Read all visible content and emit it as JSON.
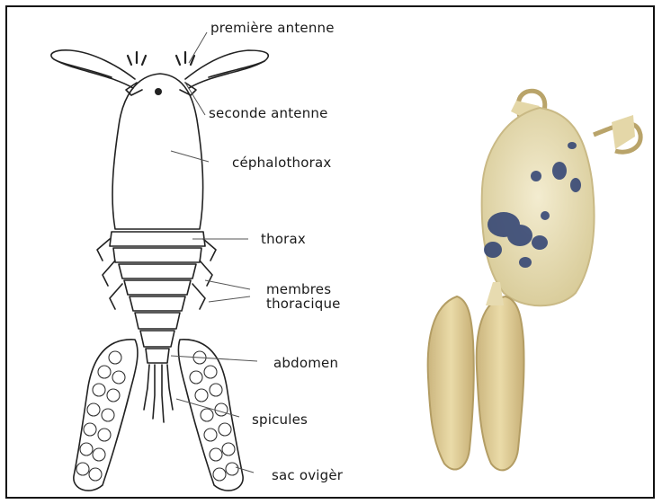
{
  "labels": {
    "premiere_antenne": "première antenne",
    "seconde_antenne": "seconde antenne",
    "cephalothorax": "céphalothorax",
    "thorax": "thorax",
    "membres": "membres",
    "thoracique": "thoracique",
    "abdomen": "abdomen",
    "spicules": "spicules",
    "sac_ovigere": "sac ovigèr"
  },
  "colors": {
    "line": "#222222",
    "photo_body": "#e9dfb4",
    "photo_sac": "#dcc995",
    "photo_pigment": "#2c3f72"
  }
}
